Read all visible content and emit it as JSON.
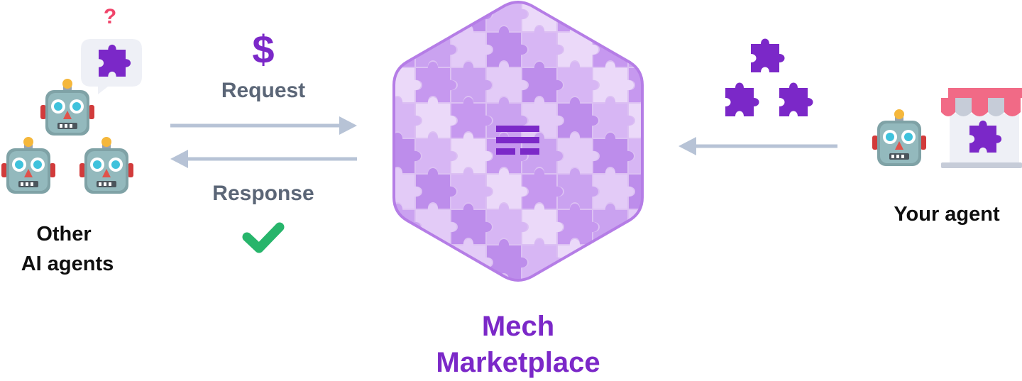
{
  "labels": {
    "other_agents_line1": "Other",
    "other_agents_line2": "AI agents",
    "request": "Request",
    "response": "Response",
    "marketplace_line1": "Mech",
    "marketplace_line2": "Marketplace",
    "your_agent": "Your agent"
  },
  "glyphs": {
    "question": "?",
    "currency": "$"
  },
  "icons": [
    "robot-icon",
    "puzzle-piece-icon",
    "speech-bubble-icon",
    "question-mark-icon",
    "dollar-sign-icon",
    "checkmark-icon",
    "arrow-right-icon",
    "arrow-left-icon",
    "mech-logo-icon",
    "storefront-icon"
  ],
  "colors": {
    "purple": "#7b28c8",
    "lavender": "#c9a4ec",
    "arrow": "#b7c3d6",
    "check": "#27b56b",
    "question": "#f0446a",
    "text_gray": "#5b6677",
    "awning_red": "#f16a86",
    "awning_gray": "#c6ccd8"
  }
}
